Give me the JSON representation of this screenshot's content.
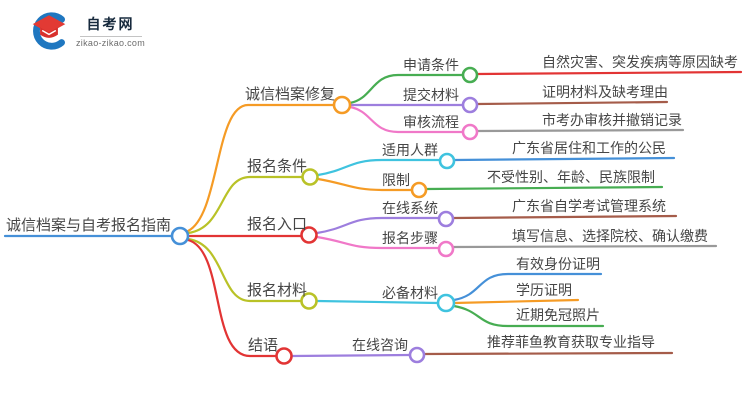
{
  "logo": {
    "site_name": "自考网",
    "site_url": "zikao-zikao.com"
  },
  "palette": {
    "blue": "#4590d8",
    "orange": "#f59b25",
    "olive": "#b9c227",
    "red": "#e23434",
    "green": "#47ad52",
    "purple": "#9d7ede",
    "pink": "#f078c8",
    "cyan": "#3fc3df",
    "brown": "#a55c4a",
    "gray": "#999999",
    "text": "#464646"
  },
  "mindmap": {
    "root": {
      "label": "诚信档案与自考报名指南",
      "color": "#4590d8"
    },
    "branches": [
      {
        "label": "诚信档案修复",
        "color": "#f59b25",
        "children": [
          {
            "label": "申请条件",
            "color": "#47ad52",
            "children": [
              {
                "label": "自然灾害、突发疾病等原因缺考",
                "color": "#e23434"
              }
            ]
          },
          {
            "label": "提交材料",
            "color": "#9d7ede",
            "children": [
              {
                "label": "证明材料及缺考理由",
                "color": "#a55c4a"
              }
            ]
          },
          {
            "label": "审核流程",
            "color": "#f078c8",
            "children": [
              {
                "label": "市考办审核并撤销记录",
                "color": "#999999"
              }
            ]
          }
        ]
      },
      {
        "label": "报名条件",
        "color": "#b9c227",
        "children": [
          {
            "label": "适用人群",
            "color": "#3fc3df",
            "children": [
              {
                "label": "广东省居住和工作的公民",
                "color": "#4590d8"
              }
            ]
          },
          {
            "label": "限制",
            "color": "#f59b25",
            "children": [
              {
                "label": "不受性别、年龄、民族限制",
                "color": "#47ad52"
              }
            ]
          }
        ]
      },
      {
        "label": "报名入口",
        "color": "#e23434",
        "children": [
          {
            "label": "在线系统",
            "color": "#9d7ede",
            "children": [
              {
                "label": "广东省自学考试管理系统",
                "color": "#a55c4a"
              }
            ]
          },
          {
            "label": "报名步骤",
            "color": "#f078c8",
            "children": [
              {
                "label": "填写信息、选择院校、确认缴费",
                "color": "#999999"
              }
            ]
          }
        ]
      },
      {
        "label": "报名材料",
        "color": "#b9c227",
        "children": [
          {
            "label": "必备材料",
            "color": "#3fc3df",
            "children": [
              {
                "label": "有效身份证明",
                "color": "#4590d8"
              },
              {
                "label": "学历证明",
                "color": "#f59b25"
              },
              {
                "label": "近期免冠照片",
                "color": "#47ad52"
              }
            ]
          }
        ]
      },
      {
        "label": "结语",
        "color": "#e23434",
        "children": [
          {
            "label": "在线咨询",
            "color": "#9d7ede",
            "children": [
              {
                "label": "推荐菲鱼教育获取专业指导",
                "color": "#a55c4a"
              }
            ]
          }
        ]
      }
    ]
  }
}
